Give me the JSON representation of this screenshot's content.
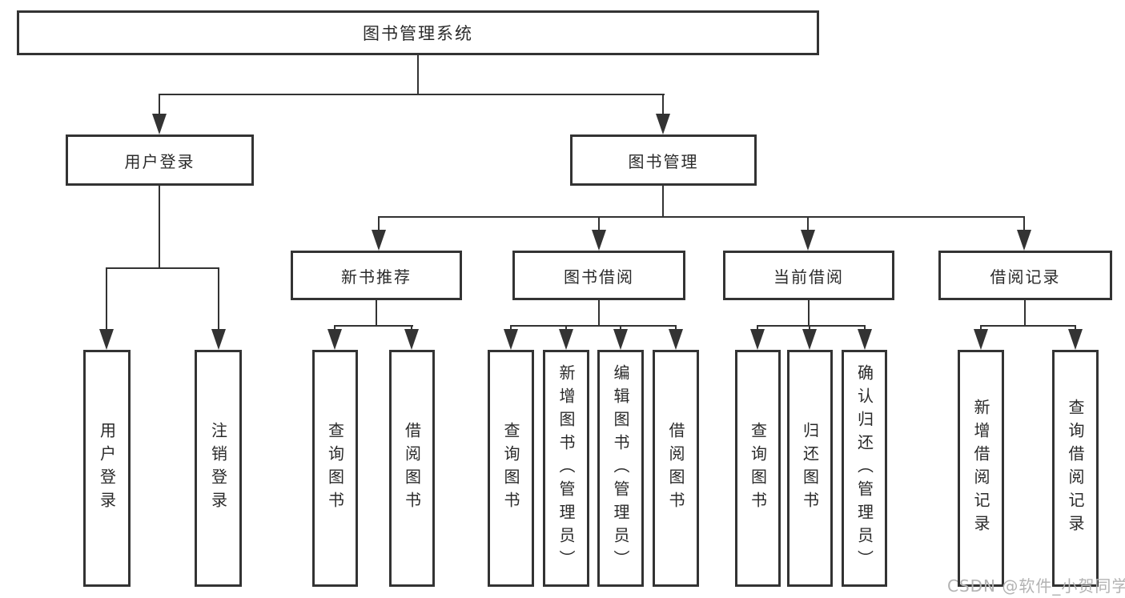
{
  "tree": {
    "root": {
      "label": "图书管理系统",
      "children": [
        {
          "label": "用户登录",
          "children": [
            {
              "label": "用户登录"
            },
            {
              "label": "注销登录"
            }
          ]
        },
        {
          "label": "图书管理",
          "children": [
            {
              "label": "新书推荐",
              "children": [
                {
                  "label": "查询图书"
                },
                {
                  "label": "借阅图书"
                }
              ]
            },
            {
              "label": "图书借阅",
              "children": [
                {
                  "label": "查询图书"
                },
                {
                  "label": "新增图书（管理员）"
                },
                {
                  "label": "编辑图书（管理员）"
                },
                {
                  "label": "借阅图书"
                }
              ]
            },
            {
              "label": "当前借阅",
              "children": [
                {
                  "label": "查询图书"
                },
                {
                  "label": "归还图书"
                },
                {
                  "label": "确认归还（管理员）"
                }
              ]
            },
            {
              "label": "借阅记录",
              "children": [
                {
                  "label": "新增借阅记录"
                },
                {
                  "label": "查询借阅记录"
                }
              ]
            }
          ]
        }
      ]
    }
  },
  "watermark": "CSDN @软件_小贺同学",
  "colors": {
    "line": "#333333",
    "text": "#2a2a2a",
    "box_background": "#ffffff",
    "watermark": "#b3b3b3",
    "background": "#ffffff"
  }
}
